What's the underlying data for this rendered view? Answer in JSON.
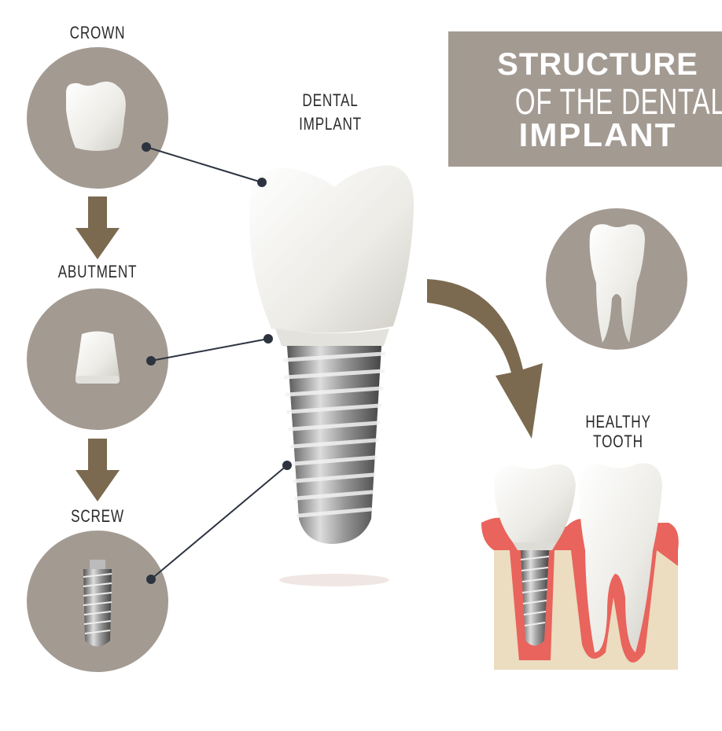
{
  "title": {
    "line1": "STRUCTURE",
    "line2": "OF THE DENTAL",
    "line3": "IMPLANT"
  },
  "labels": {
    "crown": "CROWN",
    "abutment": "ABUTMENT",
    "screw": "SCREW",
    "implant_line1": "DENTAL",
    "implant_line2": "IMPLANT",
    "healthy_line1": "HEALTHY",
    "healthy_line2": "TOOTH"
  },
  "colors": {
    "panel": "#a39a92",
    "arrow": "#7b6a50",
    "gum": "#e8645c",
    "bone": "#ecdcc0"
  }
}
